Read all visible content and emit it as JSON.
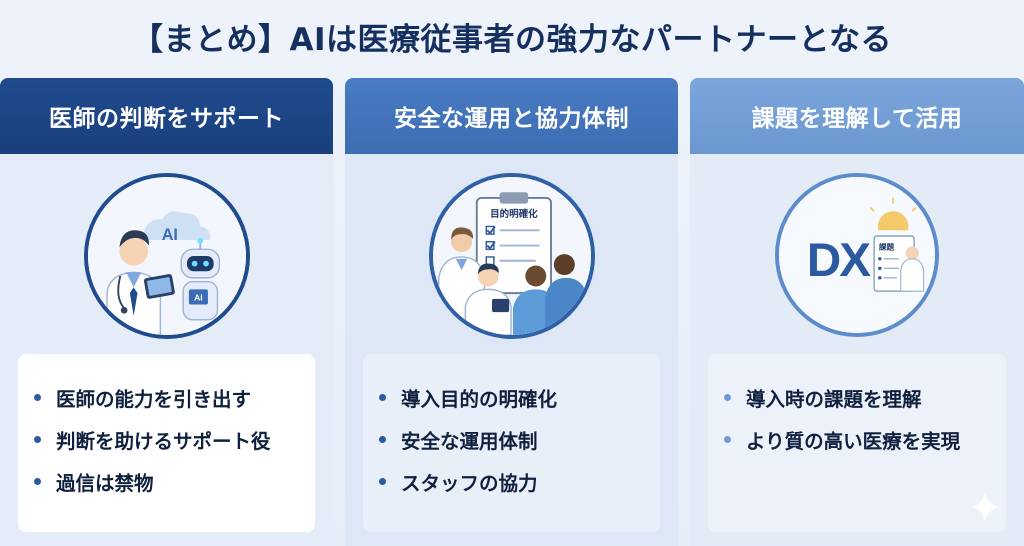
{
  "title": "【まとめ】AIは医療従事者の強力なパートナーとなる",
  "columns": [
    {
      "heading": "医師の判断をサポート",
      "icon": "doctor-with-ai-robot-icon",
      "icon_text": "AI",
      "robot_text": "AI",
      "bullets": [
        "医師の能力を引き出す",
        "判断を助けるサポート役",
        "過信は禁物"
      ]
    },
    {
      "heading": "安全な運用と協力体制",
      "icon": "medical-team-checklist-icon",
      "icon_text": "目的明確化",
      "bullets": [
        "導入目的の明確化",
        "安全な運用体制",
        "スタッフの協力"
      ]
    },
    {
      "heading": "課題を理解して活用",
      "icon": "dx-icon",
      "icon_text": "DX",
      "icon_subtext": "課題",
      "bullets": [
        "導入時の課題を理解",
        "より質の高い医療を実現"
      ]
    }
  ],
  "colors": {
    "title": "#15305f",
    "header_1": "#1f4b8f",
    "header_2": "#4a7cc3",
    "header_3": "#7ba6dc"
  }
}
